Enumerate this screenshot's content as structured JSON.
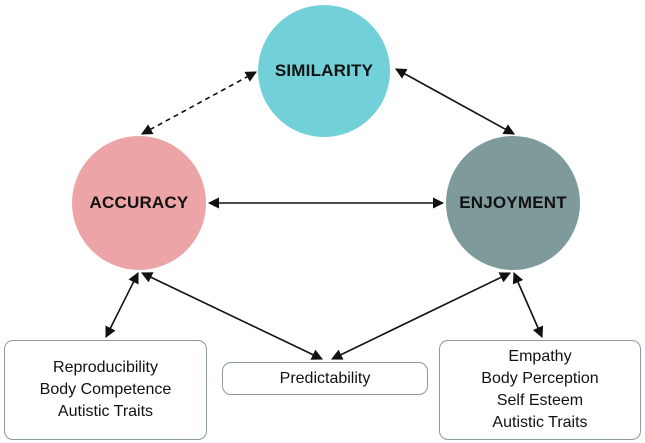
{
  "nodes": {
    "similarity": {
      "label": "SIMILARITY",
      "color": "#72d0d8"
    },
    "accuracy": {
      "label": "ACCURACY",
      "color": "#eda4a7"
    },
    "enjoyment": {
      "label": "ENJOYMENT",
      "color": "#7f9a9b"
    }
  },
  "boxes": {
    "left": {
      "lines": [
        "Reproducibility",
        "Body Competence",
        "Autistic Traits"
      ]
    },
    "center": {
      "lines": [
        "Predictability"
      ]
    },
    "right": {
      "lines": [
        "Empathy",
        "Body Perception",
        "Self Esteem",
        "Autistic Traits"
      ]
    }
  },
  "edges": [
    {
      "from": "accuracy",
      "to": "similarity",
      "style": "dashed",
      "directed": "both"
    },
    {
      "from": "similarity",
      "to": "enjoyment",
      "style": "solid",
      "directed": "both"
    },
    {
      "from": "accuracy",
      "to": "enjoyment",
      "style": "solid",
      "directed": "both"
    },
    {
      "from": "accuracy",
      "to": "left",
      "style": "solid",
      "directed": "both"
    },
    {
      "from": "accuracy",
      "to": "center",
      "style": "solid",
      "directed": "both"
    },
    {
      "from": "enjoyment",
      "to": "center",
      "style": "solid",
      "directed": "both"
    },
    {
      "from": "enjoyment",
      "to": "right",
      "style": "solid",
      "directed": "both"
    }
  ],
  "colors": {
    "edge": "#111111",
    "box_border": "#8a9aa0"
  }
}
